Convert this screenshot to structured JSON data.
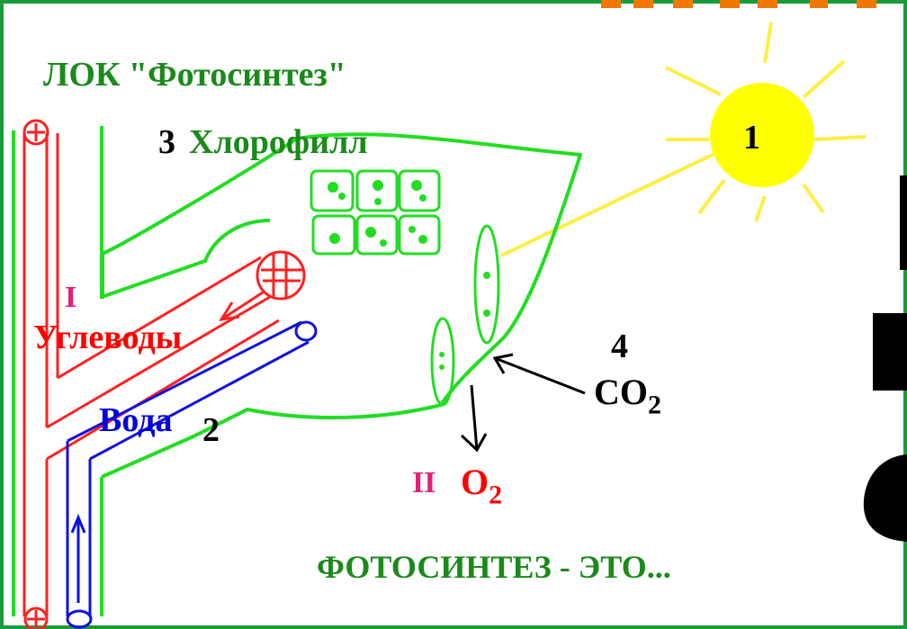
{
  "title": "ЛОК  \"Фотосинтез\"",
  "labels": {
    "sun_number": "1",
    "chlorophyll_number": "3",
    "chlorophyll": "Хлорофилл",
    "carbs_numeral": "I",
    "carbs": "Углеводы",
    "water": "Вода",
    "water_number": "2",
    "co2_number": "4",
    "co2_main": "CO",
    "co2_sub": "2",
    "o2_numeral": "II",
    "o2_main": "O",
    "o2_sub": "2",
    "bottom_text": "ФОТОСИНТЕЗ - ЭТО..."
  },
  "colors": {
    "frame": "#1a9a3a",
    "leaf": "#22dd22",
    "xylem": "#1111dd",
    "phloem": "#ff2020",
    "sun": "#ffff00",
    "sun_rays": "#ffee44",
    "text_green": "#1a8a1a"
  }
}
